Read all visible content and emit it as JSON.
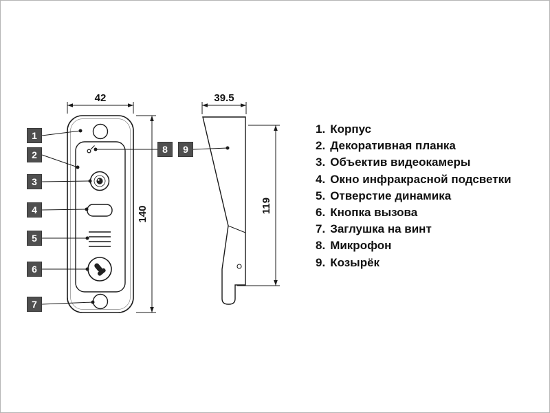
{
  "dimensions": {
    "front_width": "42",
    "front_height": "140",
    "side_width": "39.5",
    "side_height": "119"
  },
  "callouts": [
    "1",
    "2",
    "3",
    "4",
    "5",
    "6",
    "7",
    "8",
    "9"
  ],
  "legend": {
    "items": [
      {
        "num": "1.",
        "label": "Корпус"
      },
      {
        "num": "2.",
        "label": "Декоративная планка"
      },
      {
        "num": "3.",
        "label": "Объектив видеокамеры"
      },
      {
        "num": "4.",
        "label": "Окно инфракрасной подсветки"
      },
      {
        "num": "5.",
        "label": "Отверстие динамика"
      },
      {
        "num": "6.",
        "label": "Кнопка вызова"
      },
      {
        "num": "7.",
        "label": "Заглушка на винт"
      },
      {
        "num": "8.",
        "label": "Микрофон"
      },
      {
        "num": "9.",
        "label": "Козырёк"
      }
    ]
  },
  "colors": {
    "badge_bg": "#4f4f4f",
    "line": "#1a1a1a",
    "background": "#ffffff"
  }
}
